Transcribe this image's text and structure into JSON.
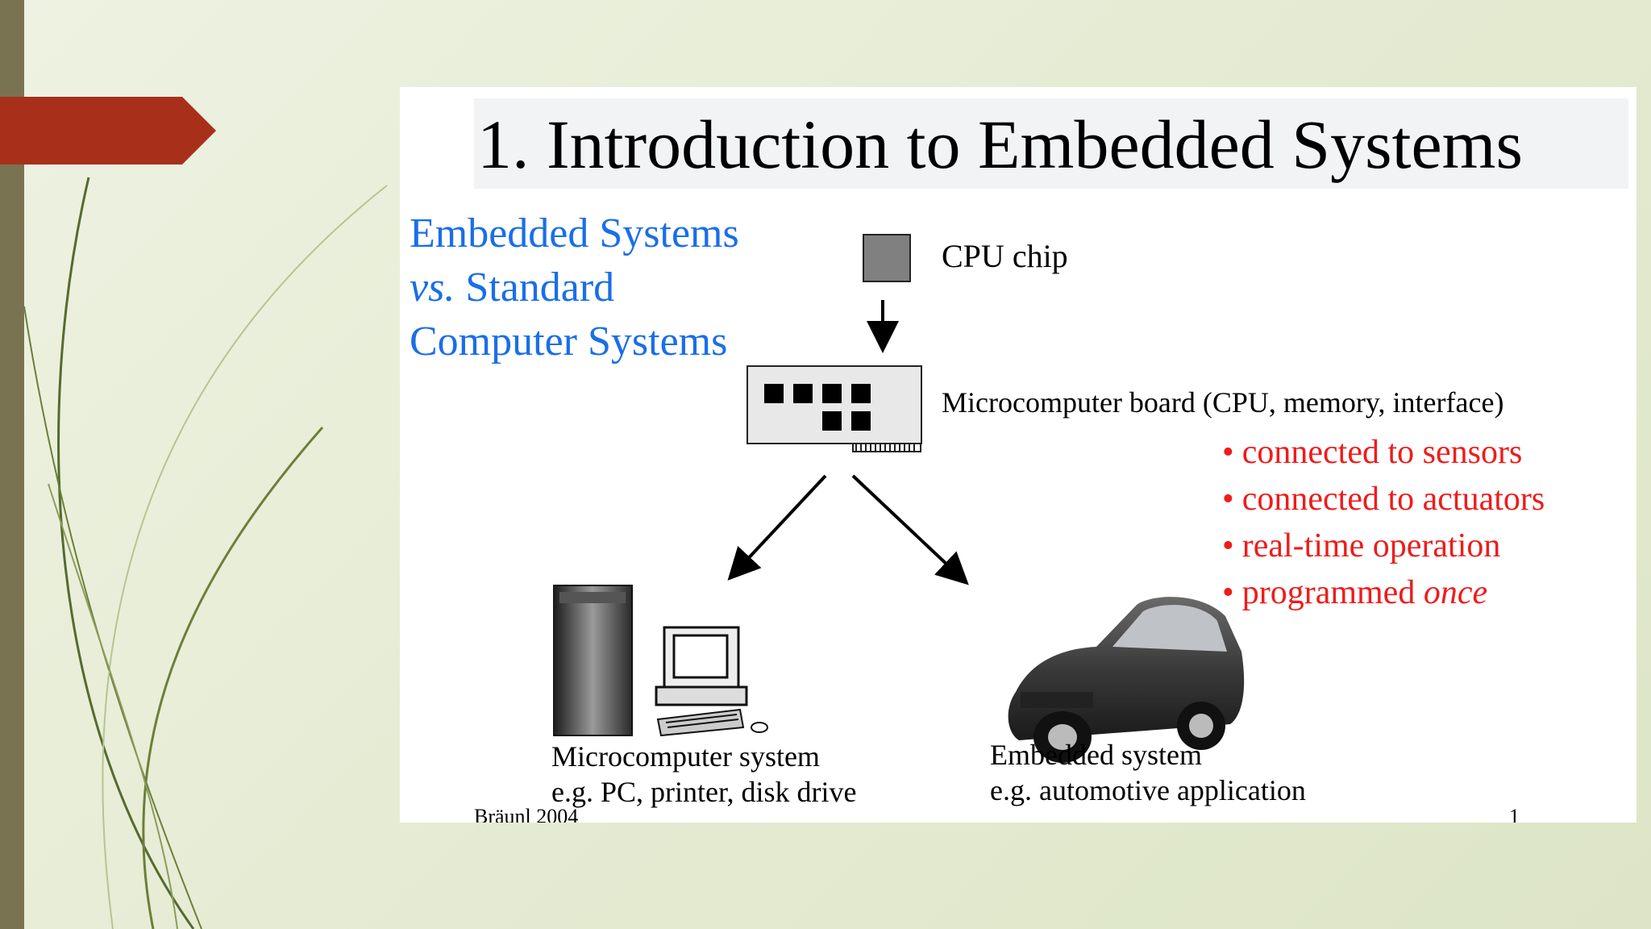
{
  "slide": {
    "title": "1. Introduction to Embedded Systems",
    "subtitle_lines": [
      "Embedded Systems",
      "vs. Standard",
      "Computer Systems"
    ],
    "cpu_label": "CPU chip",
    "board_label": "Microcomputer board (CPU, memory, interface)",
    "features": [
      {
        "bullet": "•",
        "text": "connected to sensors"
      },
      {
        "bullet": "•",
        "text": "connected to actuators"
      },
      {
        "bullet": "•",
        "text": "real-time operation"
      },
      {
        "bullet": "•",
        "text": "programmed ",
        "emph": "once"
      }
    ],
    "left_caption": [
      "Microcomputer system",
      "e.g. PC, printer, disk drive"
    ],
    "right_caption": [
      "Embedded system",
      "e.g. automotive application"
    ],
    "author": "Bräunl 2004",
    "page_number": "1"
  },
  "colors": {
    "subtitle": "#1a6ee8",
    "features": "#ee1c1c",
    "accent_tab": "#a8301a",
    "left_bar": "#7a7352"
  },
  "icons": [
    "cpu-chip-icon",
    "circuit-board-icon",
    "pc-tower-icon",
    "monitor-icon",
    "keyboard-icon",
    "car-icon"
  ]
}
